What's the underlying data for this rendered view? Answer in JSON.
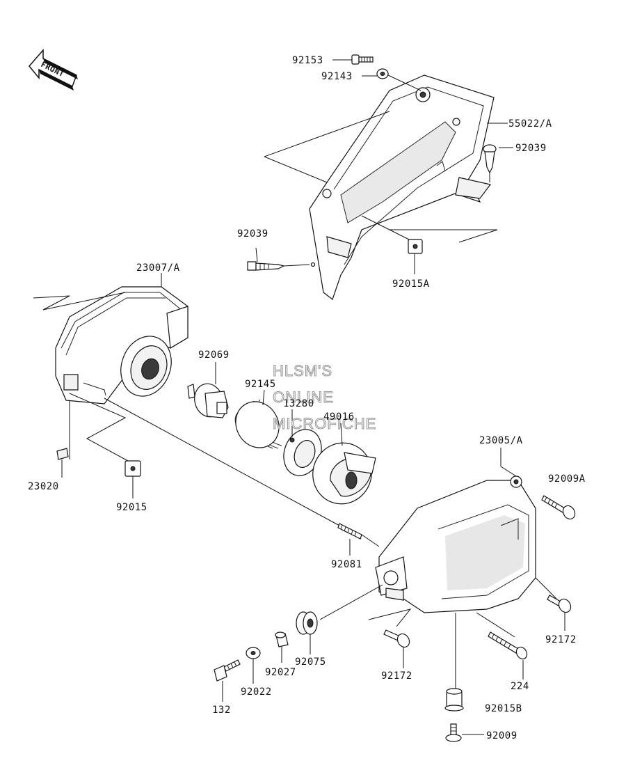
{
  "front_indicator": {
    "text": "FRONT"
  },
  "watermark": {
    "lines": [
      "HLSM'S",
      "ONLINE",
      "MICROFICHE"
    ]
  },
  "part_labels": {
    "p92153": "92153",
    "p92143": "92143",
    "p55022A": "55022/A",
    "p92039_right": "92039",
    "p92039_left": "92039",
    "p92015A": "92015A",
    "p23007A": "23007/A",
    "p92069": "92069",
    "p92145": "92145",
    "p13280": "13280",
    "p49016": "49016",
    "p23005A": "23005/A",
    "p92009A": "92009A",
    "p23020": "23020",
    "p92015": "92015",
    "p92081": "92081",
    "p92172_right": "92172",
    "p92172_mid": "92172",
    "p224": "224",
    "p92075": "92075",
    "p92027": "92027",
    "p92022": "92022",
    "p132": "132",
    "p92015B": "92015B",
    "p92009": "92009"
  }
}
